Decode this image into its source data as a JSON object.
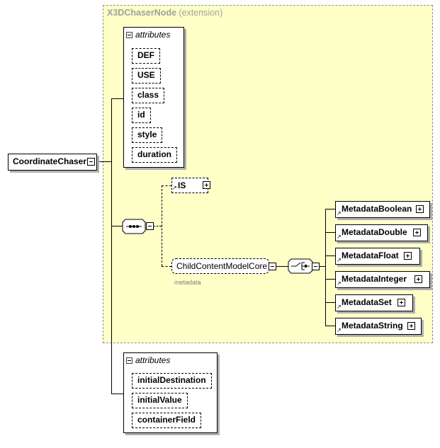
{
  "extension": {
    "name": "X3DChaserNode",
    "label": "(extension)"
  },
  "root": {
    "name": "CoordinateChaser"
  },
  "attributes_top": {
    "header": "attributes",
    "items": [
      "DEF",
      "USE",
      "class",
      "id",
      "style",
      "duration"
    ]
  },
  "sequence": {
    "is_element": "IS",
    "group": "ChildContentModelCore",
    "group_sub": "metadata"
  },
  "choice_elements": [
    "MetadataBoolean",
    "MetadataDouble",
    "MetadataFloat",
    "MetadataInteger",
    "MetadataSet",
    "MetadataString"
  ],
  "attributes_bottom": {
    "header": "attributes",
    "items": [
      "initialDestination",
      "initialValue",
      "containerField"
    ]
  },
  "colors": {
    "extension_bg": "#ffffc8",
    "extension_title": "#a0a0a0",
    "shadow": "#b0b0b0"
  }
}
